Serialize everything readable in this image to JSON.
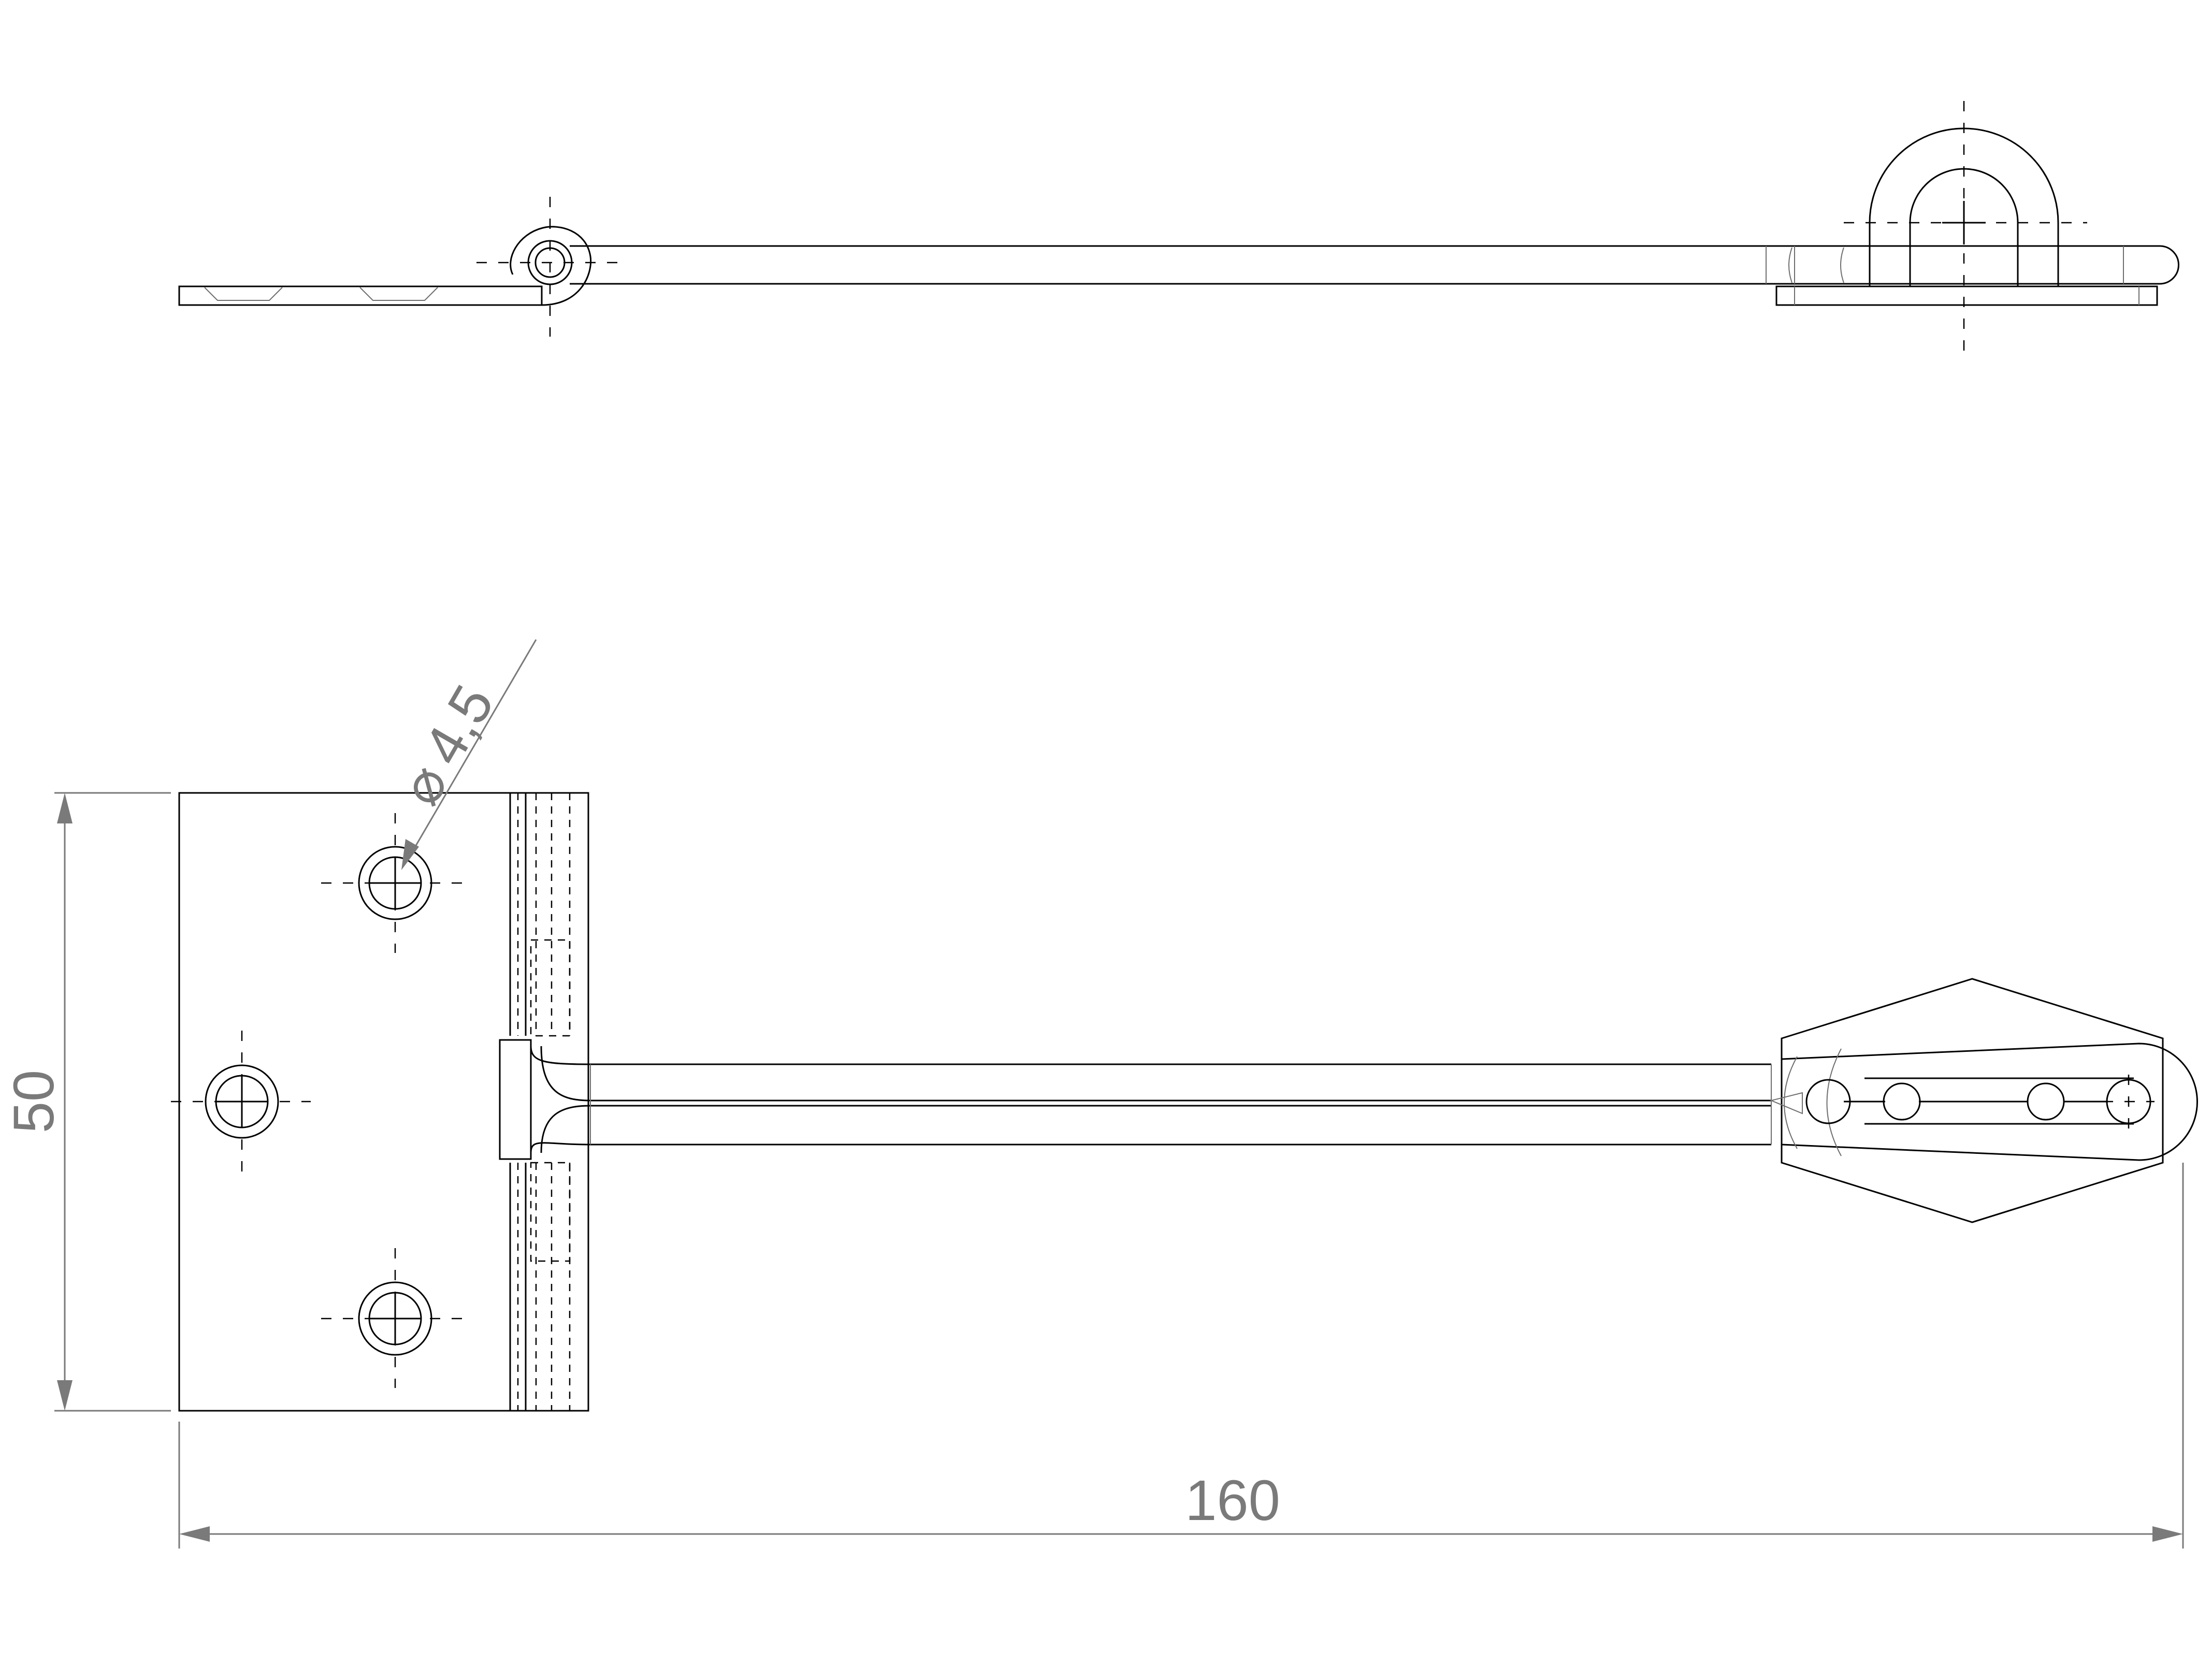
{
  "dimensions": {
    "height_label": "50",
    "length_label": "160",
    "hole_diameter_label": "4,5",
    "hole_diameter_symbol": "⌀"
  },
  "colors": {
    "line": "#000000",
    "dimension": "#7a7a7a",
    "background": "#ffffff"
  }
}
